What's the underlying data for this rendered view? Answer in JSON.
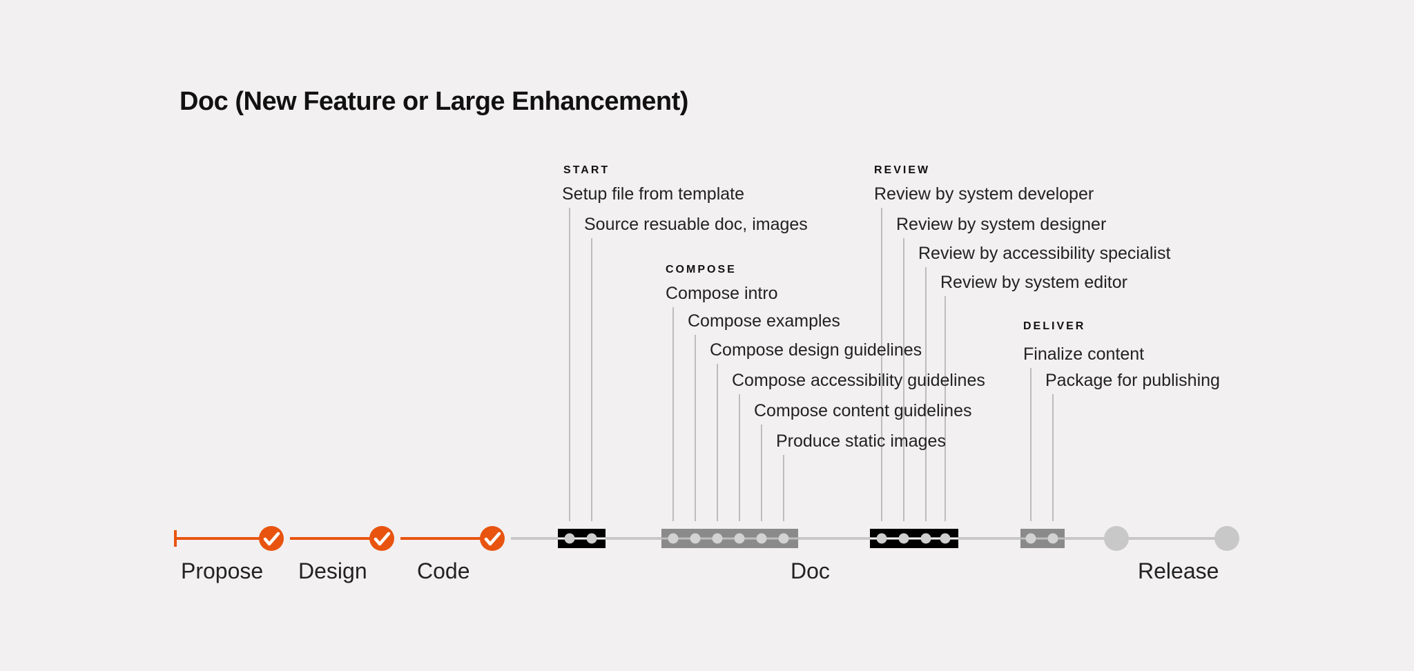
{
  "title": "Doc (New Feature or Large Enhancement)",
  "colors": {
    "done": "#e8540f",
    "pending": "#c8c8c8",
    "leader": "#bdbdbd",
    "block_dark": "#000000",
    "block_gray": "#8a8a8a"
  },
  "phases": [
    {
      "label": "Propose",
      "status": "done"
    },
    {
      "label": "Design",
      "status": "done"
    },
    {
      "label": "Code",
      "status": "done"
    },
    {
      "label": "Doc",
      "status": "pending"
    },
    {
      "label": "Release",
      "status": "pending"
    }
  ],
  "groups": [
    {
      "label": "START",
      "block": "dark",
      "tasks": [
        "Setup file from template",
        "Source resuable doc, images"
      ]
    },
    {
      "label": "COMPOSE",
      "block": "gray",
      "tasks": [
        "Compose intro",
        "Compose examples",
        "Compose design guidelines",
        "Compose accessibility guidelines",
        "Compose content guidelines",
        "Produce static images"
      ]
    },
    {
      "label": "REVIEW",
      "block": "dark",
      "tasks": [
        "Review by system developer",
        "Review by system designer",
        "Review by accessibility specialist",
        "Review by system editor"
      ]
    },
    {
      "label": "DELIVER",
      "block": "gray",
      "tasks": [
        "Finalize content",
        "Package for publishing"
      ]
    }
  ],
  "icons": {
    "check": "check-icon",
    "pending": "pending-circle-icon"
  }
}
